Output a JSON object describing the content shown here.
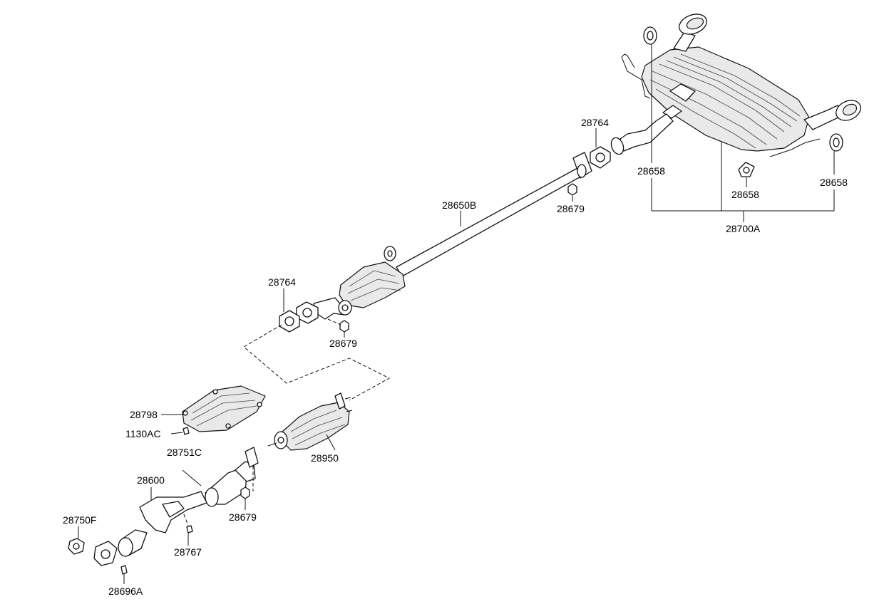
{
  "labels": {
    "p28764_top": "28764",
    "p28658_a": "28658",
    "p28658_b": "28658",
    "p28658_c": "28658",
    "p28700A": "28700A",
    "p28650B": "28650B",
    "p28679_top": "28679",
    "p28764_mid": "28764",
    "p28679_mid": "28679",
    "p28798": "28798",
    "p1130AC": "1130AC",
    "p28751C": "28751C",
    "p28600": "28600",
    "p28950": "28950",
    "p28679_low": "28679",
    "p28750F": "28750F",
    "p28767": "28767",
    "p28696A": "28696A"
  }
}
